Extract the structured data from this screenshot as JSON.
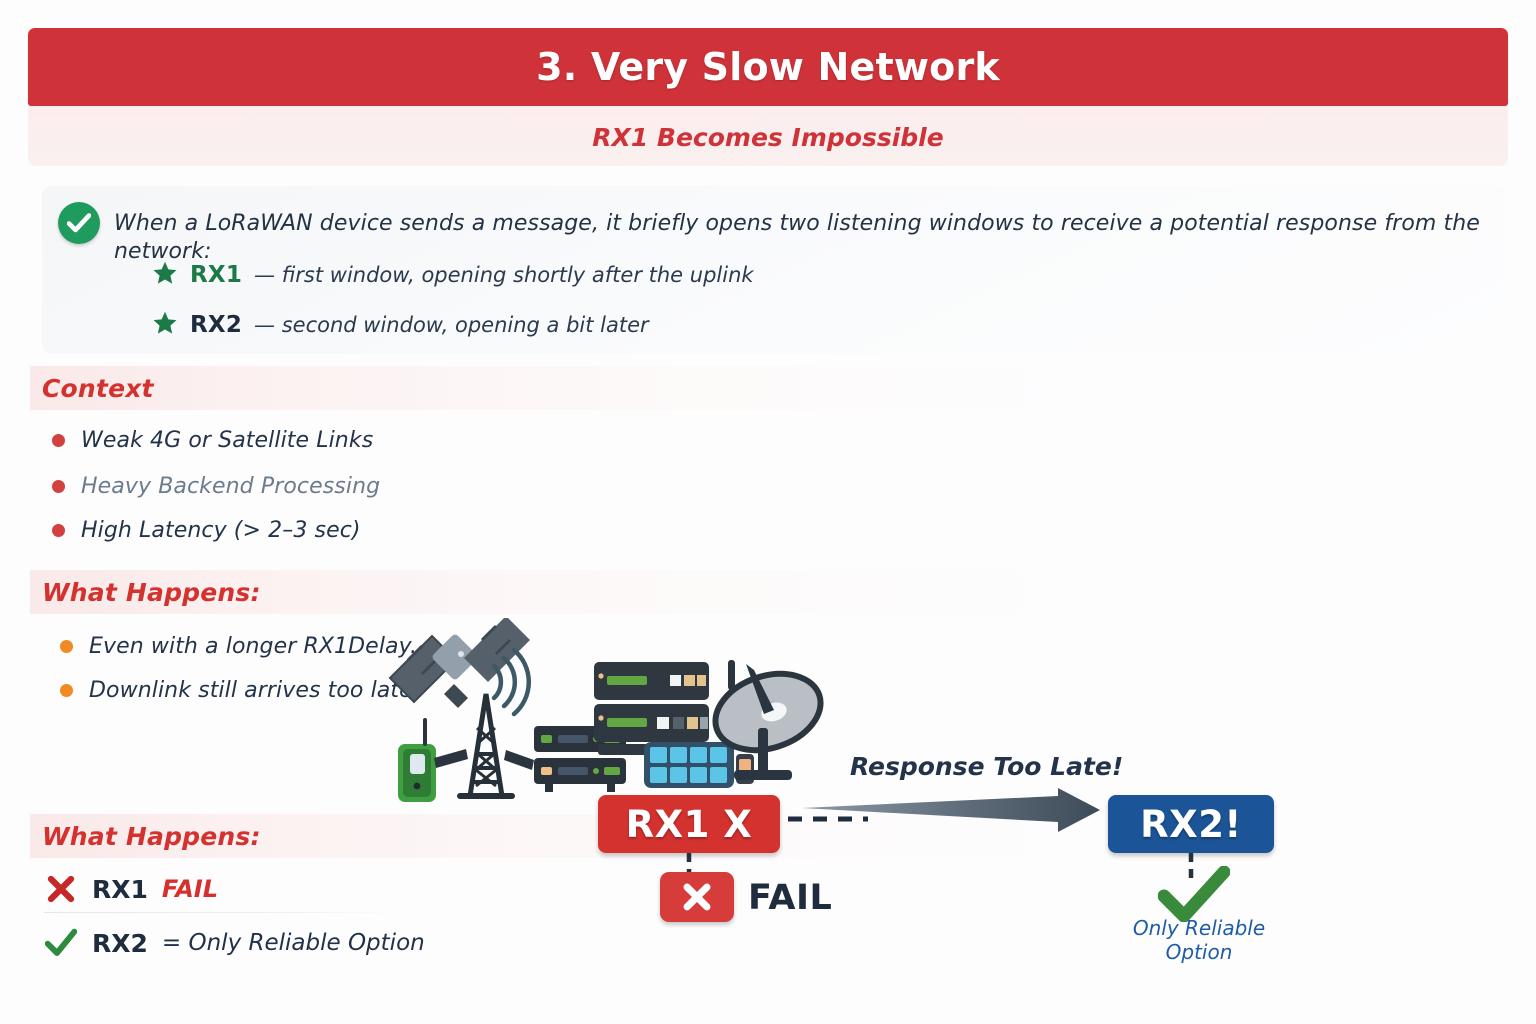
{
  "header": {
    "title": "3. Very Slow Network",
    "subtitle": "RX1 Becomes Impossible",
    "bar_color": "#cf3339",
    "subtitle_color": "#cf3339"
  },
  "intro": {
    "icon": "check-circle-icon",
    "text": "When a LoRaWAN device sends a message, it briefly opens two listening windows to receive a potential response from the network:",
    "items": [
      {
        "icon": "star-icon",
        "key": "RX1",
        "key_color": "#1c7a46",
        "desc": "— first window, opening shortly after the uplink"
      },
      {
        "icon": "star-icon",
        "key": "RX2",
        "key_color": "#1e2c3e",
        "desc": "— second window, opening a bit later"
      }
    ]
  },
  "context": {
    "heading": "Context",
    "bullets": [
      {
        "text": "Weak 4G or Satellite Links",
        "muted": false
      },
      {
        "text": "Heavy Backend Processing",
        "muted": true
      },
      {
        "text": "High Latency (> 2–3 sec)",
        "muted": false
      }
    ]
  },
  "what_happens_top": {
    "heading": "What Happens:",
    "bullets": [
      {
        "text": "Even with a longer RX1Delay..."
      },
      {
        "text": "Downlink still arrives too late"
      }
    ]
  },
  "what_happens_bottom": {
    "heading": "What Happens:",
    "outcomes": [
      {
        "icon": "cross-icon",
        "key": "RX1",
        "value": "FAIL",
        "value_color": "#d6302c"
      },
      {
        "icon": "check-icon",
        "key": "RX2",
        "value": "= Only Reliable Option",
        "value_color": "#22314a"
      }
    ]
  },
  "diagram": {
    "rx1_chip": {
      "label": "RX1 X",
      "color": "#d3322f"
    },
    "rx2_chip": {
      "label": "RX2!",
      "color": "#1b5497"
    },
    "arrow_label": "Response Too Late!",
    "fail_badge_icon": "x-mark-icon",
    "fail_label": "FAIL",
    "rx2_check_icon": "check-mark-icon",
    "rx2_caption": "Only Reliable Option",
    "illustration": "network-equipment-illustration"
  },
  "colors": {
    "brand_red": "#cf3339",
    "brand_blue": "#1b5497",
    "brand_green": "#1f9c5d",
    "accent_orange": "#f08a24",
    "navy_text": "#1e2c3e",
    "page_background": "#fdfdfe"
  }
}
